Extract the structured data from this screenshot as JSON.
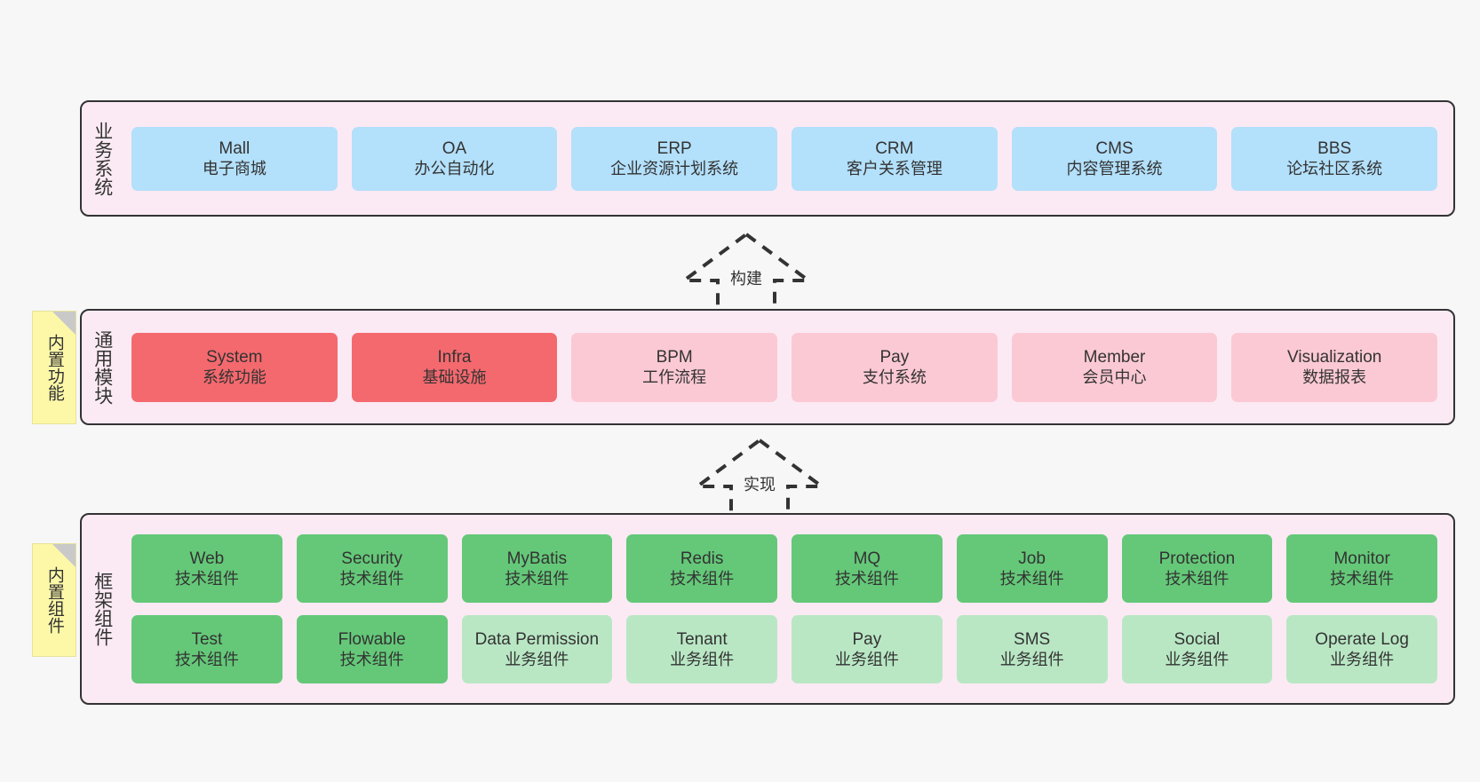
{
  "diagram": {
    "layers": [
      {
        "id": "business",
        "title": "业务系统",
        "rows": [
          {
            "nodes": [
              {
                "en": "Mall",
                "cn": "电子商城",
                "color": "#b3e0fb"
              },
              {
                "en": "OA",
                "cn": "办公自动化",
                "color": "#b3e0fb"
              },
              {
                "en": "ERP",
                "cn": "企业资源计划系统",
                "color": "#b3e0fb"
              },
              {
                "en": "CRM",
                "cn": "客户关系管理",
                "color": "#b3e0fb"
              },
              {
                "en": "CMS",
                "cn": "内容管理系统",
                "color": "#b3e0fb"
              },
              {
                "en": "BBS",
                "cn": "论坛社区系统",
                "color": "#b3e0fb"
              }
            ]
          }
        ]
      },
      {
        "id": "modules",
        "title": "通用模块",
        "rows": [
          {
            "nodes": [
              {
                "en": "System",
                "cn": "系统功能",
                "color": "#f4696e"
              },
              {
                "en": "Infra",
                "cn": "基础设施",
                "color": "#f4696e"
              },
              {
                "en": "BPM",
                "cn": "工作流程",
                "color": "#fbc9d4"
              },
              {
                "en": "Pay",
                "cn": "支付系统",
                "color": "#fbc9d4"
              },
              {
                "en": "Member",
                "cn": "会员中心",
                "color": "#fbc9d4"
              },
              {
                "en": "Visualization",
                "cn": "数据报表",
                "color": "#fbc9d4"
              }
            ]
          }
        ]
      },
      {
        "id": "framework",
        "title": "框架组件",
        "rows": [
          {
            "nodes": [
              {
                "en": "Web",
                "cn": "技术组件",
                "color": "#64c878"
              },
              {
                "en": "Security",
                "cn": "技术组件",
                "color": "#64c878"
              },
              {
                "en": "MyBatis",
                "cn": "技术组件",
                "color": "#64c878"
              },
              {
                "en": "Redis",
                "cn": "技术组件",
                "color": "#64c878"
              },
              {
                "en": "MQ",
                "cn": "技术组件",
                "color": "#64c878"
              },
              {
                "en": "Job",
                "cn": "技术组件",
                "color": "#64c878"
              },
              {
                "en": "Protection",
                "cn": "技术组件",
                "color": "#64c878"
              },
              {
                "en": "Monitor",
                "cn": "技术组件",
                "color": "#64c878"
              }
            ]
          },
          {
            "nodes": [
              {
                "en": "Test",
                "cn": "技术组件",
                "color": "#64c878"
              },
              {
                "en": "Flowable",
                "cn": "技术组件",
                "color": "#64c878"
              },
              {
                "en": "Data Permission",
                "cn": "业务组件",
                "color": "#b9e7c4"
              },
              {
                "en": "Tenant",
                "cn": "业务组件",
                "color": "#b9e7c4"
              },
              {
                "en": "Pay",
                "cn": "业务组件",
                "color": "#b9e7c4"
              },
              {
                "en": "SMS",
                "cn": "业务组件",
                "color": "#b9e7c4"
              },
              {
                "en": "Social",
                "cn": "业务组件",
                "color": "#b9e7c4"
              },
              {
                "en": "Operate Log",
                "cn": "业务组件",
                "color": "#b9e7c4"
              }
            ]
          }
        ]
      }
    ],
    "notes": [
      {
        "id": "builtin-features",
        "label": "内置功能",
        "color": "#fcf8a8"
      },
      {
        "id": "builtin-components",
        "label": "内置组件",
        "color": "#fcf8a8"
      }
    ],
    "arrows": [
      {
        "id": "build",
        "label": "构建",
        "direction": "up",
        "style": "dashed"
      },
      {
        "id": "realize",
        "label": "实现",
        "direction": "up",
        "style": "dashed"
      }
    ],
    "colors": {
      "panel_bg": "#fbeaf4",
      "panel_border": "#333333",
      "canvas_bg": "#f7f7f7",
      "note_bg": "#fcf8a8",
      "note_fold": "#c9c9c9",
      "arrow_stroke": "#333333"
    }
  }
}
